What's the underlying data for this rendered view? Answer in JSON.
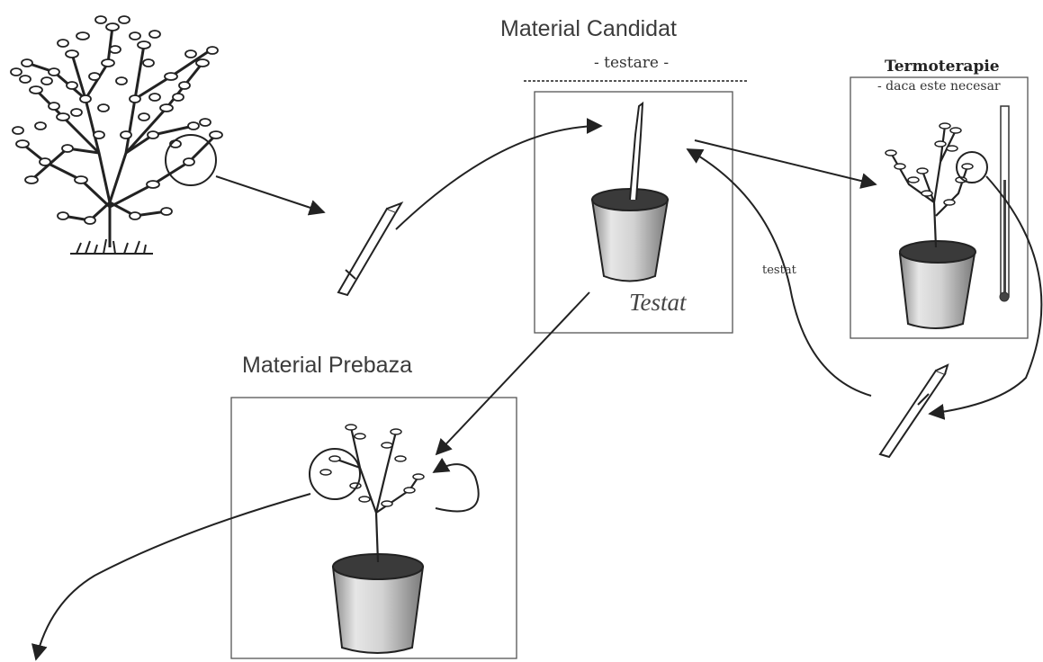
{
  "labels": {
    "candidat_title": "Material Candidat",
    "candidat_subtitle": "- testare -",
    "testat_pot": "Testat",
    "testat_arrow": "testat",
    "termoterapie_title": "Termoterapie",
    "termoterapie_subtitle": "- daca este necesar",
    "prebaza_title": "Material Prebaza"
  }
}
